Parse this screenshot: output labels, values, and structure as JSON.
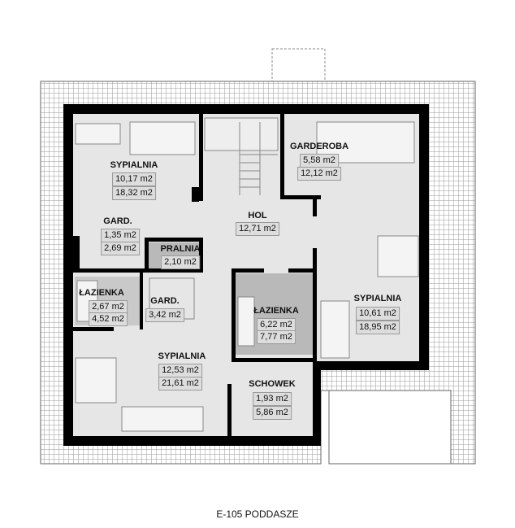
{
  "title": "E-105 PODDASZE",
  "colors": {
    "wall": "#000000",
    "floor": "#e6e6e6",
    "wet_room": "#b9b9b9",
    "roof_hatch": "#9a9a9a"
  },
  "rooms": [
    {
      "name": "SYPIALNIA",
      "net": "10,17 m2",
      "gross": "18,32 m2"
    },
    {
      "name": "GARD.",
      "net": "1,35 m2",
      "gross": "2,69 m2"
    },
    {
      "name": "HOL",
      "net": "12,71 m2"
    },
    {
      "name": "GARDEROBA",
      "net": "5,58 m2",
      "gross": "12,12 m2"
    },
    {
      "name": "PRALNIA",
      "net": "2,10 m2"
    },
    {
      "name": "ŁAZIENKA",
      "net": "2,67 m2",
      "gross": "4,52 m2"
    },
    {
      "name": "GARD.",
      "net": "3,42 m2"
    },
    {
      "name": "ŁAZIENKA",
      "net": "6,22 m2",
      "gross": "7,77 m2"
    },
    {
      "name": "SYPIALNIA",
      "net": "10,61 m2",
      "gross": "18,95 m2"
    },
    {
      "name": "SYPIALNIA",
      "net": "12,53 m2",
      "gross": "21,61 m2"
    },
    {
      "name": "SCHOWEK",
      "net": "1,93 m2",
      "gross": "5,86 m2"
    }
  ]
}
